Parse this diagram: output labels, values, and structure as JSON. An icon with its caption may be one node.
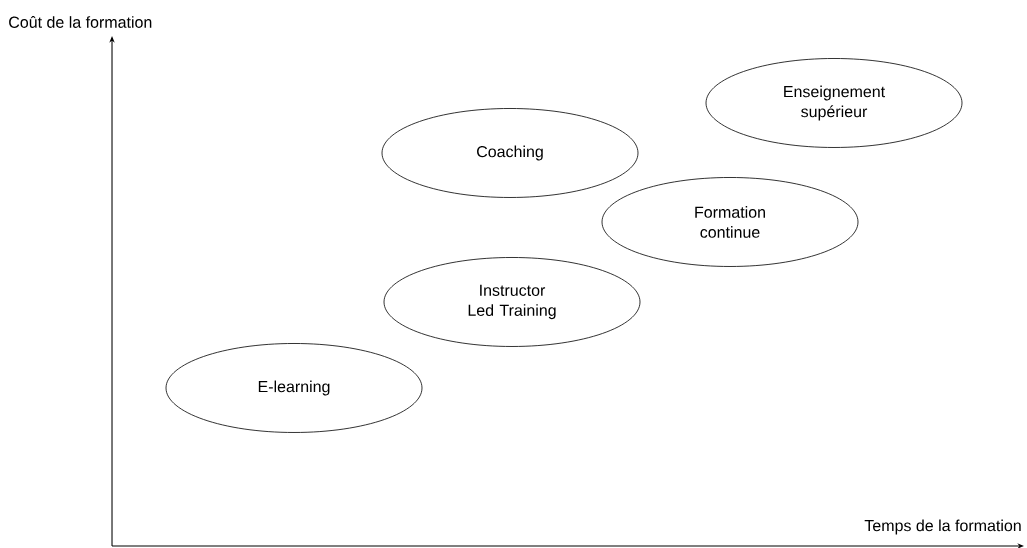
{
  "diagram": {
    "nodes": [
      {
        "text": [
          "Enseignement supérieur"
        ]
      },
      {
        "text": [
          "Coaching"
        ]
      },
      {
        "text": [
          "Formation continue"
        ]
      },
      {
        "text": [
          "Instructor Led Training"
        ]
      },
      {
        "text": [
          "E-learning"
        ]
      }
    ],
    "labels": [
      "Coût de la formation",
      "Temps de la formation"
    ]
  }
}
